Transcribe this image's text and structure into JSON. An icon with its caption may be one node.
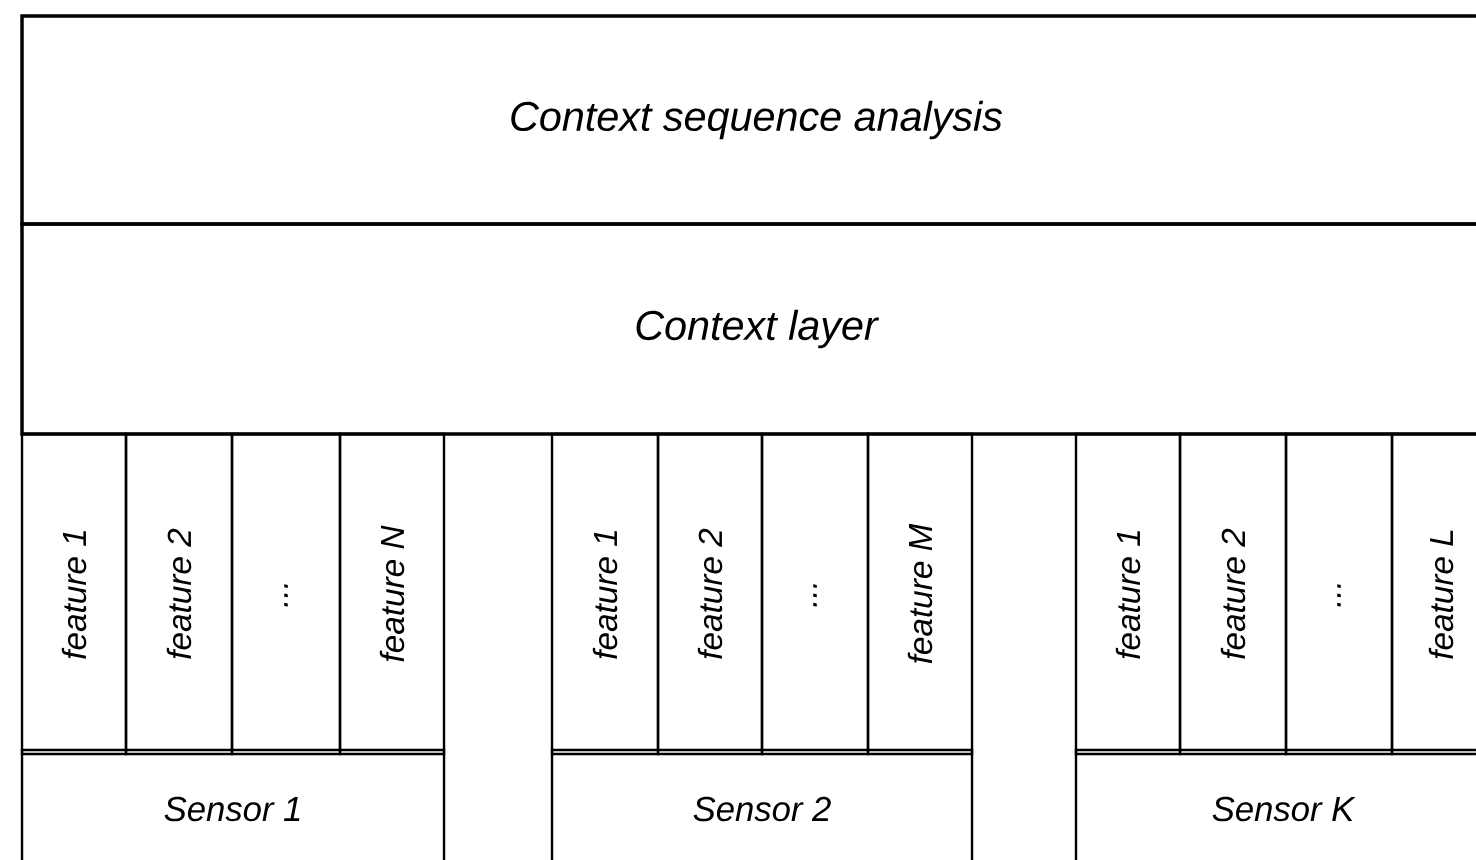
{
  "diagram": {
    "nodes": [
      {
        "text": [
          "Context sequence analysis"
        ]
      },
      {
        "text": [
          "Context layer"
        ]
      },
      {
        "text": [
          "feature 1"
        ]
      },
      {
        "text": [
          "feature 2"
        ]
      },
      {
        "text": [
          "..."
        ]
      },
      {
        "text": [
          "feature N"
        ]
      },
      {
        "text": [
          "Sensor 1"
        ]
      },
      {
        "text": [
          "feature 1"
        ]
      },
      {
        "text": [
          "feature 2"
        ]
      },
      {
        "text": [
          "..."
        ]
      },
      {
        "text": [
          "feature M"
        ]
      },
      {
        "text": [
          "Sensor 2"
        ]
      },
      {
        "text": [
          "feature 1"
        ]
      },
      {
        "text": [
          "feature 2"
        ]
      },
      {
        "text": [
          "..."
        ]
      },
      {
        "text": [
          "feature L"
        ]
      },
      {
        "text": [
          "Sensor K"
        ]
      }
    ]
  }
}
